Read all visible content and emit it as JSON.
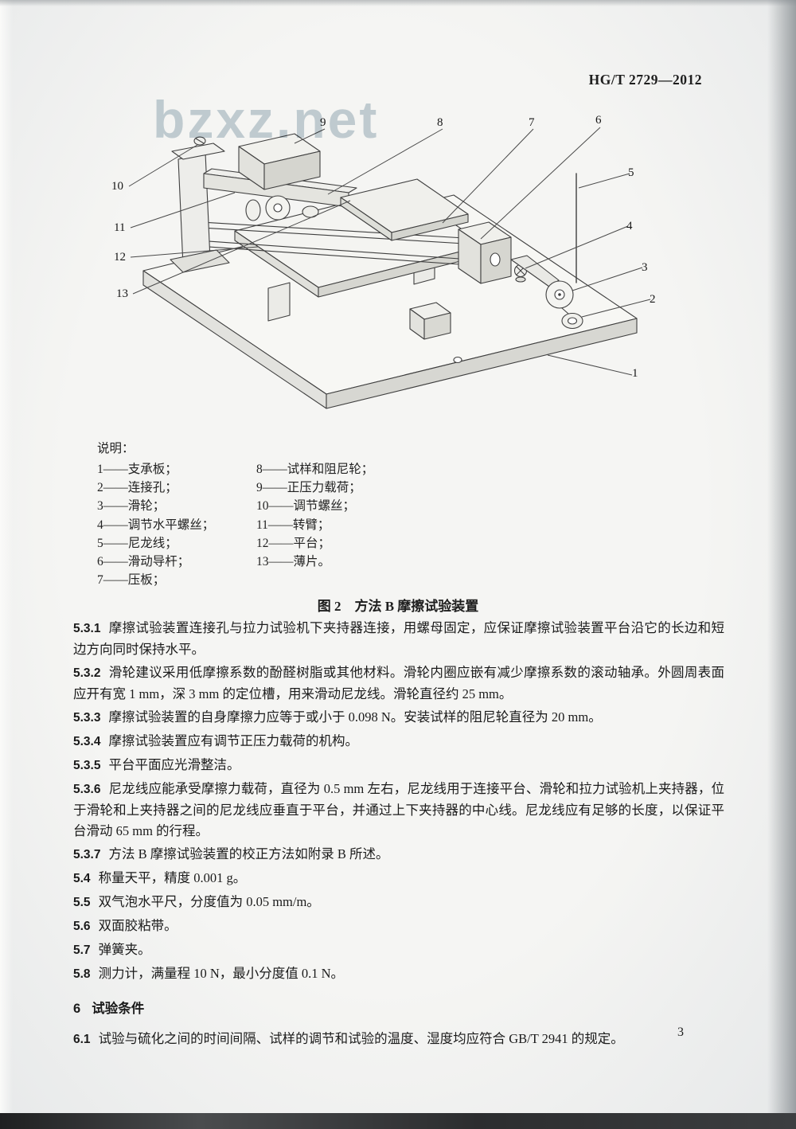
{
  "doc": {
    "standard_code": "HG/T 2729—2012",
    "watermark": "bzxz.net",
    "page_number": "3"
  },
  "figure": {
    "caption": "图 2　方法 B 摩擦试验装置",
    "legend_title": "说明：",
    "callouts": [
      "1",
      "2",
      "3",
      "4",
      "5",
      "6",
      "7",
      "8",
      "9",
      "10",
      "11",
      "12",
      "13"
    ],
    "legend_col1": [
      "1——支承板；",
      "2——连接孔；",
      "3——滑轮；",
      "4——调节水平螺丝；",
      "5——尼龙线；",
      "6——滑动导杆；",
      "7——压板；"
    ],
    "legend_col2": [
      "8——试样和阻尼轮；",
      "9——正压力载荷；",
      "10——调节螺丝；",
      "11——转臂；",
      "12——平台；",
      "13——薄片。"
    ]
  },
  "sections": [
    {
      "num": "5.3.1",
      "text": "摩擦试验装置连接孔与拉力试验机下夹持器连接，用螺母固定，应保证摩擦试验装置平台沿它的长边和短边方向同时保持水平。"
    },
    {
      "num": "5.3.2",
      "text": "滑轮建议采用低摩擦系数的酚醛树脂或其他材料。滑轮内圈应嵌有减少摩擦系数的滚动轴承。外圆周表面应开有宽 1 mm，深 3 mm 的定位槽，用来滑动尼龙线。滑轮直径约 25 mm。"
    },
    {
      "num": "5.3.3",
      "text": "摩擦试验装置的自身摩擦力应等于或小于 0.098 N。安装试样的阻尼轮直径为 20 mm。"
    },
    {
      "num": "5.3.4",
      "text": "摩擦试验装置应有调节正压力载荷的机构。"
    },
    {
      "num": "5.3.5",
      "text": "平台平面应光滑整洁。"
    },
    {
      "num": "5.3.6",
      "text": "尼龙线应能承受摩擦力载荷，直径为 0.5 mm 左右，尼龙线用于连接平台、滑轮和拉力试验机上夹持器，位于滑轮和上夹持器之间的尼龙线应垂直于平台，并通过上下夹持器的中心线。尼龙线应有足够的长度，以保证平台滑动 65 mm 的行程。"
    },
    {
      "num": "5.3.7",
      "text": "方法 B 摩擦试验装置的校正方法如附录 B 所述。"
    },
    {
      "num": "5.4",
      "text": "称量天平，精度 0.001 g。"
    },
    {
      "num": "5.5",
      "text": "双气泡水平尺，分度值为 0.05 mm/m。"
    },
    {
      "num": "5.6",
      "text": "双面胶粘带。"
    },
    {
      "num": "5.7",
      "text": "弹簧夹。"
    },
    {
      "num": "5.8",
      "text": "测力计，满量程 10 N，最小分度值 0.1 N。"
    }
  ],
  "chapter6": {
    "heading_num": "6",
    "heading_title": "试验条件",
    "sections": [
      {
        "num": "6.1",
        "text": "试验与硫化之间的时间间隔、试样的调节和试验的温度、湿度均应符合 GB/T 2941 的规定。"
      }
    ]
  }
}
